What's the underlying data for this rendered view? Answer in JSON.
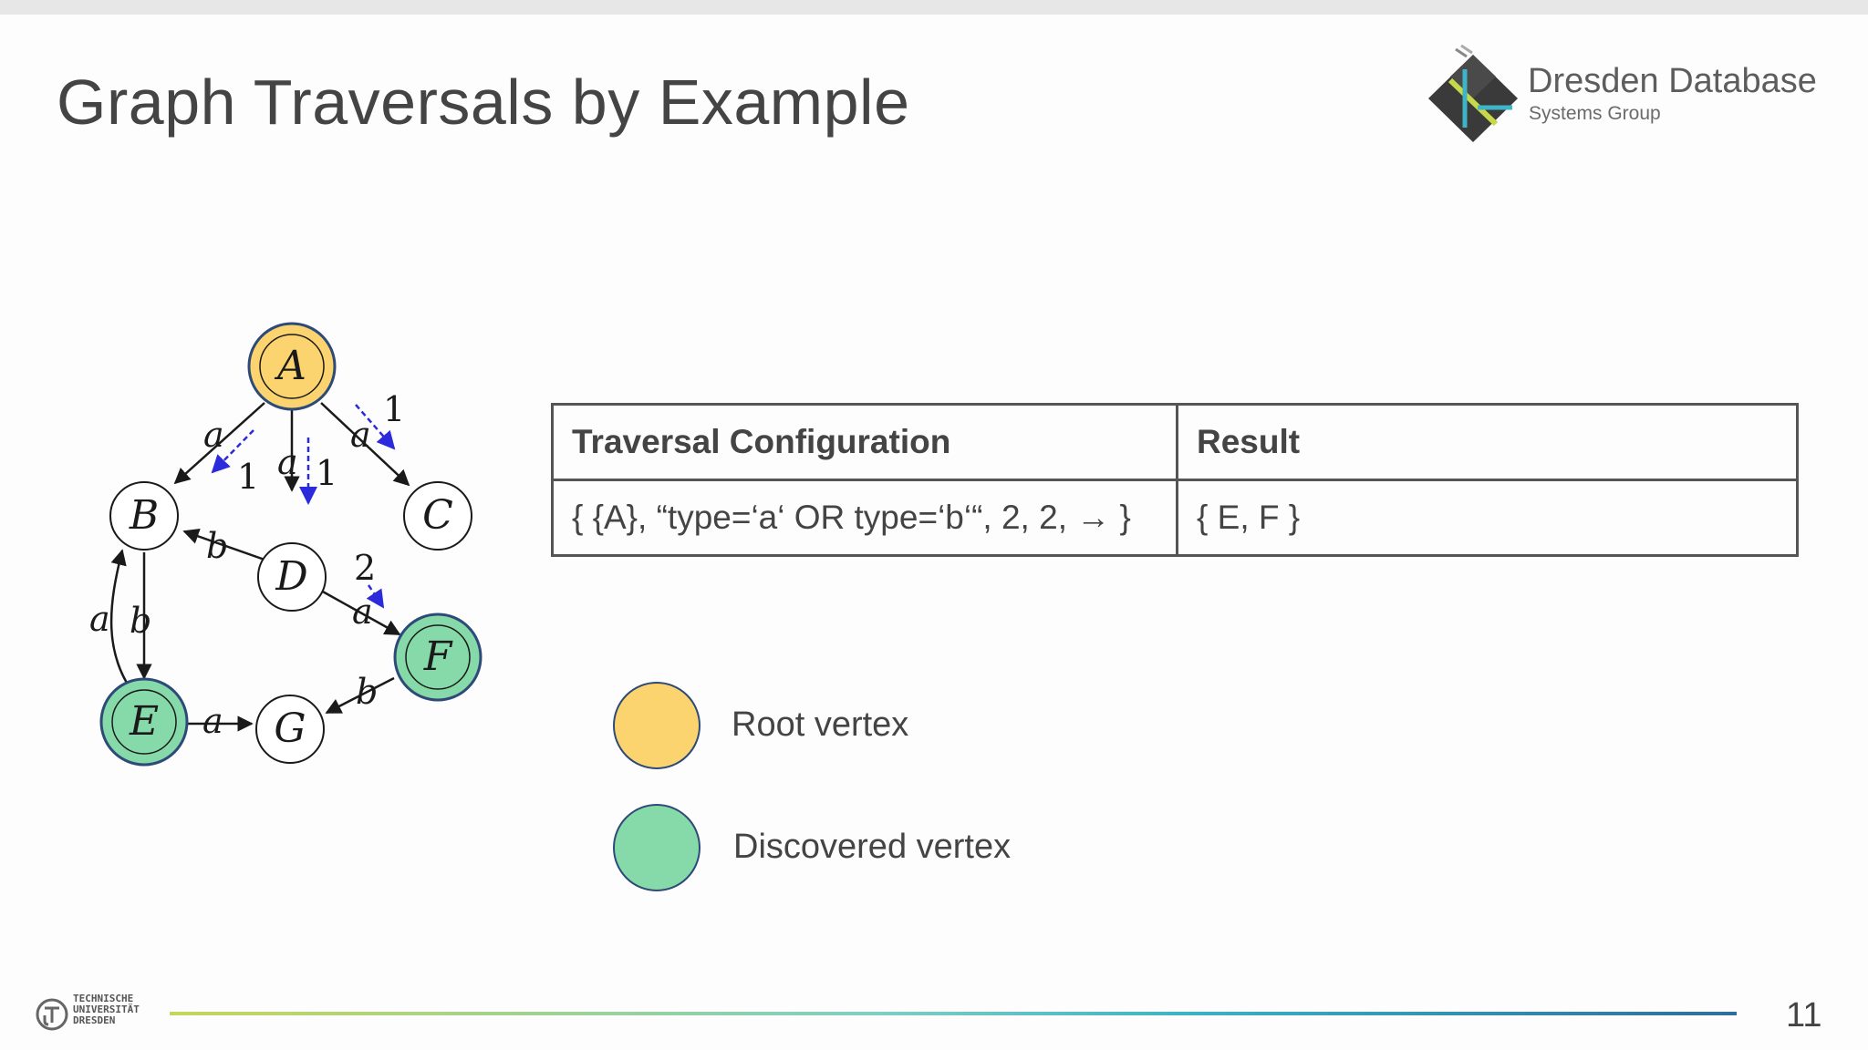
{
  "slide": {
    "title": "Graph Traversals by Example",
    "page_number": "11"
  },
  "logo": {
    "main": "Dresden Database",
    "sub": "Systems Group"
  },
  "footer_logo": {
    "lines": [
      "TECHNISCHE",
      "UNIVERSITÄT",
      "DRESDEN"
    ]
  },
  "colors": {
    "root": "#fbd46f",
    "discovered": "#86d9a8",
    "traversal_arrow": "#2b2bdc",
    "edge": "#1a1a1a"
  },
  "graph": {
    "vertices": [
      {
        "id": "A",
        "label": "A",
        "state": "root"
      },
      {
        "id": "B",
        "label": "B",
        "state": "plain"
      },
      {
        "id": "C",
        "label": "C",
        "state": "plain"
      },
      {
        "id": "D",
        "label": "D",
        "state": "plain"
      },
      {
        "id": "E",
        "label": "E",
        "state": "discovered"
      },
      {
        "id": "F",
        "label": "F",
        "state": "discovered"
      },
      {
        "id": "G",
        "label": "G",
        "state": "plain"
      }
    ],
    "edges": [
      {
        "from": "A",
        "to": "B",
        "label": "a"
      },
      {
        "from": "A",
        "to": "D",
        "label": "a"
      },
      {
        "from": "A",
        "to": "C",
        "label": "a"
      },
      {
        "from": "D",
        "to": "B",
        "label": "b"
      },
      {
        "from": "E",
        "to": "B",
        "label": "a"
      },
      {
        "from": "B",
        "to": "E",
        "label": "b"
      },
      {
        "from": "D",
        "to": "F",
        "label": "a"
      },
      {
        "from": "E",
        "to": "G",
        "label": "a"
      },
      {
        "from": "F",
        "to": "G",
        "label": "b"
      }
    ],
    "traversal_steps": [
      {
        "edge": "A-B",
        "step": "1"
      },
      {
        "edge": "A-D",
        "step": "1"
      },
      {
        "edge": "A-C",
        "step": "1"
      },
      {
        "edge": "D-F",
        "step": "2"
      }
    ]
  },
  "table": {
    "headers": [
      "Traversal Configuration",
      "Result"
    ],
    "rows": [
      [
        "{ {A}, “type=‘a‘ OR type=‘b‘“, 2, 2, → }",
        "{ E, F }"
      ]
    ]
  },
  "legend": [
    {
      "label": "Root vertex",
      "color": "#fbd46f"
    },
    {
      "label": "Discovered vertex",
      "color": "#86d9a8"
    }
  ]
}
